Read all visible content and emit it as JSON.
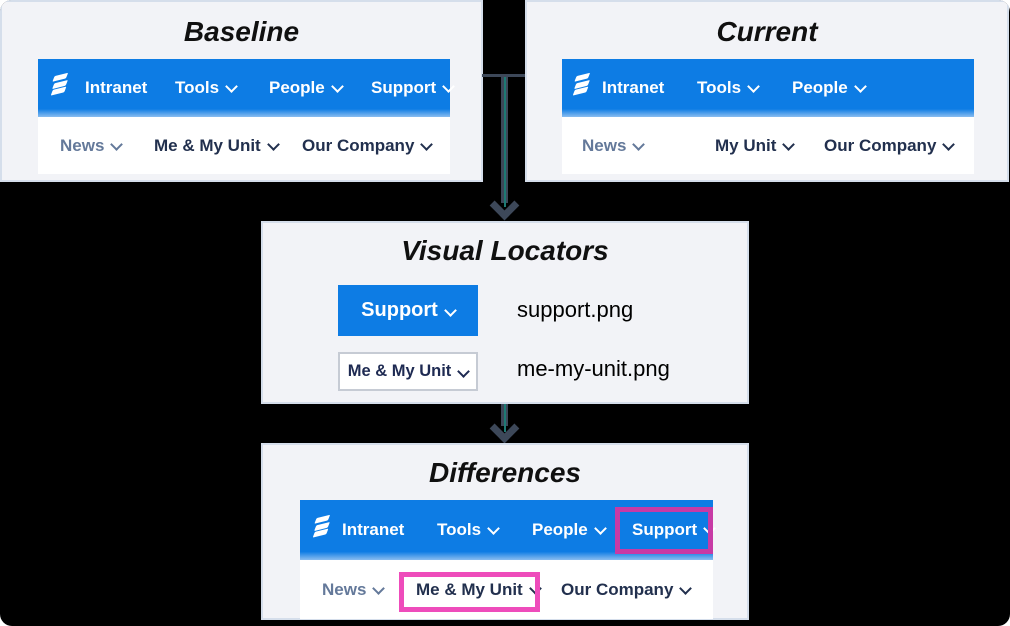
{
  "baseline": {
    "title": "Baseline",
    "nav": {
      "brand": "Intranet",
      "tools": "Tools",
      "people": "People",
      "support": "Support"
    },
    "subnav": {
      "news": "News",
      "unit": "Me & My Unit",
      "company": "Our Company"
    }
  },
  "current": {
    "title": "Current",
    "nav": {
      "brand": "Intranet",
      "tools": "Tools",
      "people": "People"
    },
    "subnav": {
      "news": "News",
      "unit": "My Unit",
      "company": "Our Company"
    }
  },
  "visual_locators": {
    "title": "Visual Locators",
    "locators": [
      {
        "label": "Support",
        "file": "support.png"
      },
      {
        "label": "Me & My Unit",
        "file": "me-my-unit.png"
      }
    ]
  },
  "differences": {
    "title": "Differences",
    "nav": {
      "brand": "Intranet",
      "tools": "Tools",
      "people": "People",
      "support": "Support"
    },
    "subnav": {
      "news": "News",
      "unit": "Me & My Unit",
      "company": "Our Company"
    }
  },
  "colors": {
    "nav_blue": "#0d7ce4",
    "panel_bg": "#f2f3f7",
    "highlight_magenta": "#c73aa5",
    "highlight_pink": "#ee4cbb",
    "arrow_slate": "#3d4859",
    "arrow_teal": "#1e7a74"
  }
}
